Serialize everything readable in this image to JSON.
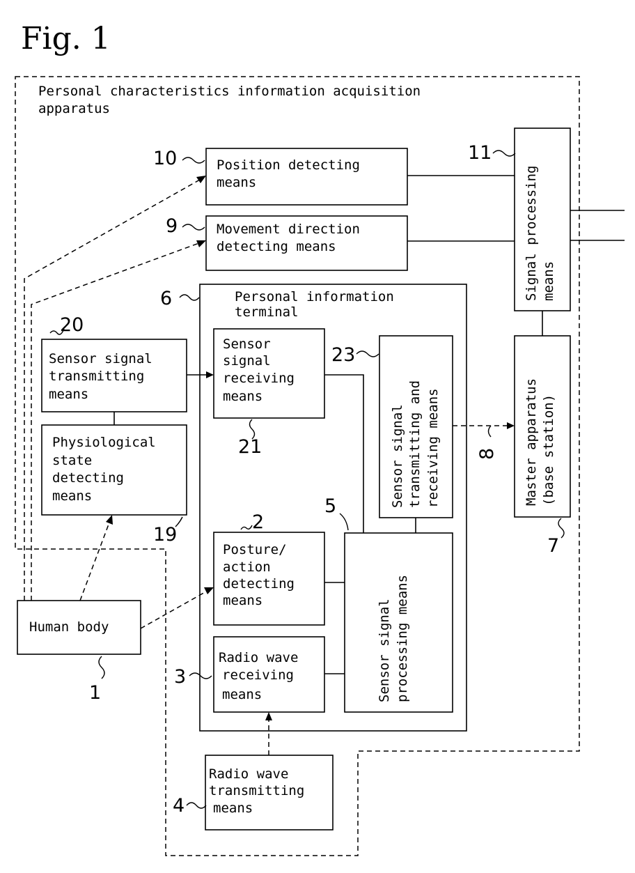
{
  "figure": {
    "title": "Fig. 1"
  },
  "boundary": {
    "label_line1": "Personal characteristics information acquisition",
    "label_line2": "apparatus"
  },
  "terminal": {
    "line1": "Personal information",
    "line2": "terminal"
  },
  "blocks": {
    "position": {
      "ref": "10",
      "line1": "Position detecting",
      "line2": "means"
    },
    "movement": {
      "ref": "9",
      "line1": "Movement direction",
      "line2": "detecting means"
    },
    "signal_processing": {
      "ref": "11",
      "line1": "Signal processing",
      "line2": "means"
    },
    "master": {
      "ref": "7",
      "line1": "Master apparatus",
      "line2": "(base station)"
    },
    "terminal_ref": "6",
    "sensor_tx": {
      "ref": "20",
      "line1": "Sensor signal",
      "line2": "transmitting",
      "line3": "means"
    },
    "physio": {
      "ref": "19",
      "line1": "Physiological",
      "line2": "state",
      "line3": "detecting",
      "line4": "means"
    },
    "sensor_rx": {
      "ref": "21",
      "line1": "Sensor",
      "line2": "signal",
      "line3": "receiving",
      "line4": "means"
    },
    "sensor_txrx": {
      "ref": "23",
      "line1": "Sensor signal",
      "line2": "transmitting and",
      "line3": "receiving means"
    },
    "posture": {
      "ref": "2",
      "line1": "Posture/",
      "line2": "action",
      "line3": "detecting",
      "line4": "means"
    },
    "sensor_proc": {
      "ref": "5",
      "line1": "Sensor signal",
      "line2": "processing means"
    },
    "radio_rx": {
      "ref": "3",
      "line1": "Radio wave",
      "line2": "receiving",
      "line3": "means"
    },
    "radio_tx": {
      "ref": "4",
      "line1": "Radio wave",
      "line2": "transmitting",
      "line3": "means"
    },
    "human": {
      "ref": "1",
      "line1": "Human body"
    },
    "link_ref": "8"
  }
}
